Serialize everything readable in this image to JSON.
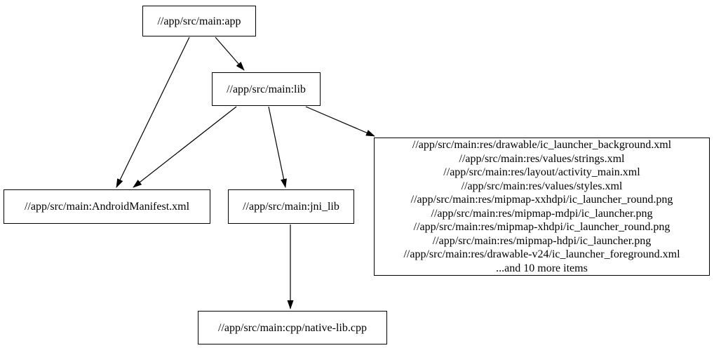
{
  "diagram": {
    "type": "dependency-graph",
    "description_of_tool": "graphviz-style build dependency graph",
    "colors": {
      "background": "#ffffff",
      "node_fill": "#ffffff",
      "node_border": "#000000",
      "edge": "#000000",
      "text": "#000000"
    },
    "nodes": {
      "app": {
        "label": "//app/src/main:app"
      },
      "lib": {
        "label": "//app/src/main:lib"
      },
      "manifest": {
        "label": "//app/src/main:AndroidManifest.xml"
      },
      "jni_lib": {
        "label": "//app/src/main:jni_lib"
      },
      "res_group": {
        "lines": [
          "//app/src/main:res/drawable/ic_launcher_background.xml",
          "//app/src/main:res/values/strings.xml",
          "//app/src/main:res/layout/activity_main.xml",
          "//app/src/main:res/values/styles.xml",
          "//app/src/main:res/mipmap-xxhdpi/ic_launcher_round.png",
          "//app/src/main:res/mipmap-mdpi/ic_launcher.png",
          "//app/src/main:res/mipmap-xhdpi/ic_launcher_round.png",
          "//app/src/main:res/mipmap-hdpi/ic_launcher.png",
          "//app/src/main:res/drawable-v24/ic_launcher_foreground.xml",
          "...and 10 more items"
        ]
      },
      "native_lib": {
        "label": "//app/src/main:cpp/native-lib.cpp"
      }
    },
    "edges": [
      {
        "from": "app",
        "to": "lib"
      },
      {
        "from": "app",
        "to": "manifest"
      },
      {
        "from": "lib",
        "to": "manifest"
      },
      {
        "from": "lib",
        "to": "jni_lib"
      },
      {
        "from": "lib",
        "to": "res_group"
      },
      {
        "from": "jni_lib",
        "to": "native_lib"
      }
    ]
  }
}
